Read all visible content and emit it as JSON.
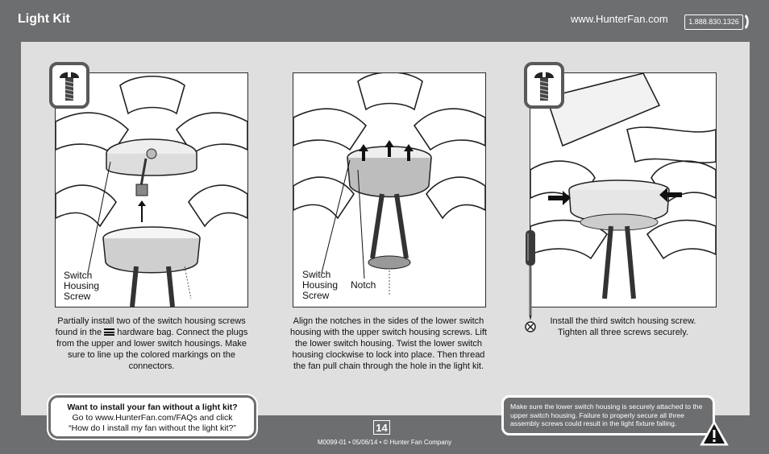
{
  "header": {
    "title": "Light Kit",
    "url": "www.HunterFan.com",
    "phone": "1.888.830.1326"
  },
  "steps": [
    {
      "callouts": [
        "Switch",
        "Housing",
        "Screw"
      ],
      "caption_before_icon": "Partially install two of the switch housing screws found in the",
      "caption_after_icon": "hardware bag. Connect the plugs from the upper and lower switch housings. Make sure to line up the colored markings on the connectors."
    },
    {
      "callouts": [
        "Switch",
        "Housing",
        "Screw"
      ],
      "notch_label": "Notch",
      "caption": "Align the notches in the sides of the lower switch housing with the upper switch housing screws. Lift the lower switch housing. Twist the lower switch housing clockwise to lock into place. Then thread the fan pull chain through the hole in the light kit."
    },
    {
      "caption": "Install the third switch housing screw. Tighten all three screws securely."
    }
  ],
  "notice": {
    "heading": "Want to install your fan without a light kit?",
    "line1": "Go to www.HunterFan.com/FAQs and click",
    "line2": "“How do I install my fan without the light kit?”"
  },
  "warning": {
    "text": "Make sure the lower switch housing is securely attached to the upper switch housing. Failure to properly secure all three assembly screws could result in the light fixture falling."
  },
  "footer": {
    "page_number": "14",
    "text": "M0099-01 • 05/06/14 • © Hunter Fan Company"
  },
  "icons": {
    "screw": "screw-icon",
    "hardware_bag": "hardware-bag-icon",
    "screwdriver": "screwdriver-icon",
    "phillips": "phillips-icon",
    "warning": "warning-triangle-icon",
    "phone": "phone-handset-icon"
  },
  "colors": {
    "page_bg": "#6d6e70",
    "panel_bg": "#dfdfe0",
    "text_on_dark": "#ffffff",
    "badge_border": "#595959"
  }
}
